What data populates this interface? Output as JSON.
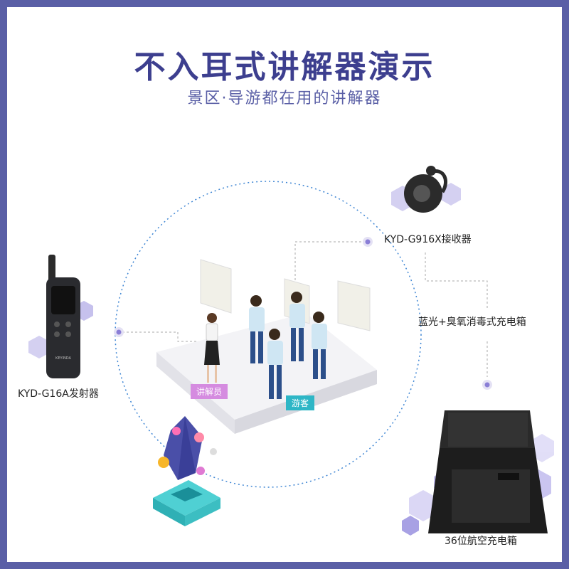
{
  "title": "不入耳式讲解器演示",
  "subtitle": "景区·导游都在用的讲解器",
  "devices": {
    "transmitter": "KYD-G16A发射器",
    "receiver": "KYD-G916X接收器",
    "disinfect_box": "蓝光+臭氧消毒式充电箱",
    "charging_case": "36位航空充电箱"
  },
  "scene": {
    "guide_tag": "讲解员",
    "tourist_tag": "游客",
    "brand": "KEYINDA"
  },
  "colors": {
    "frame": "#5a5fa6",
    "title": "#3d3f8f",
    "guide_tag": "#d58be0",
    "tourist_tag": "#2eb6c6",
    "dot_ring": "#3f86d4"
  }
}
